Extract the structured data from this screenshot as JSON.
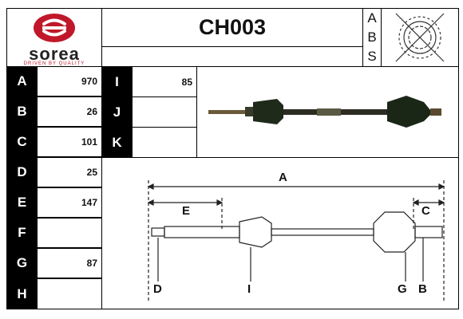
{
  "header": {
    "brand_name": "sorea",
    "brand_tagline": "DRIVEN BY QUALITY",
    "product_code": "CH003",
    "abs_letters": [
      "A",
      "B",
      "S"
    ]
  },
  "specs_left": [
    {
      "label": "A",
      "value": "970"
    },
    {
      "label": "B",
      "value": "26"
    },
    {
      "label": "C",
      "value": "101"
    },
    {
      "label": "D",
      "value": "25"
    },
    {
      "label": "E",
      "value": "147"
    },
    {
      "label": "F",
      "value": ""
    },
    {
      "label": "G",
      "value": "87"
    },
    {
      "label": "H",
      "value": ""
    }
  ],
  "specs_right": [
    {
      "label": "I",
      "value": "85"
    },
    {
      "label": "J",
      "value": ""
    },
    {
      "label": "K",
      "value": ""
    }
  ],
  "diagram": {
    "labels": {
      "A": "A",
      "E": "E",
      "C": "C",
      "D": "D",
      "I": "I",
      "G": "G",
      "B": "B"
    }
  },
  "colors": {
    "brand_red": "#c0182a",
    "label_bg": "#000000"
  }
}
